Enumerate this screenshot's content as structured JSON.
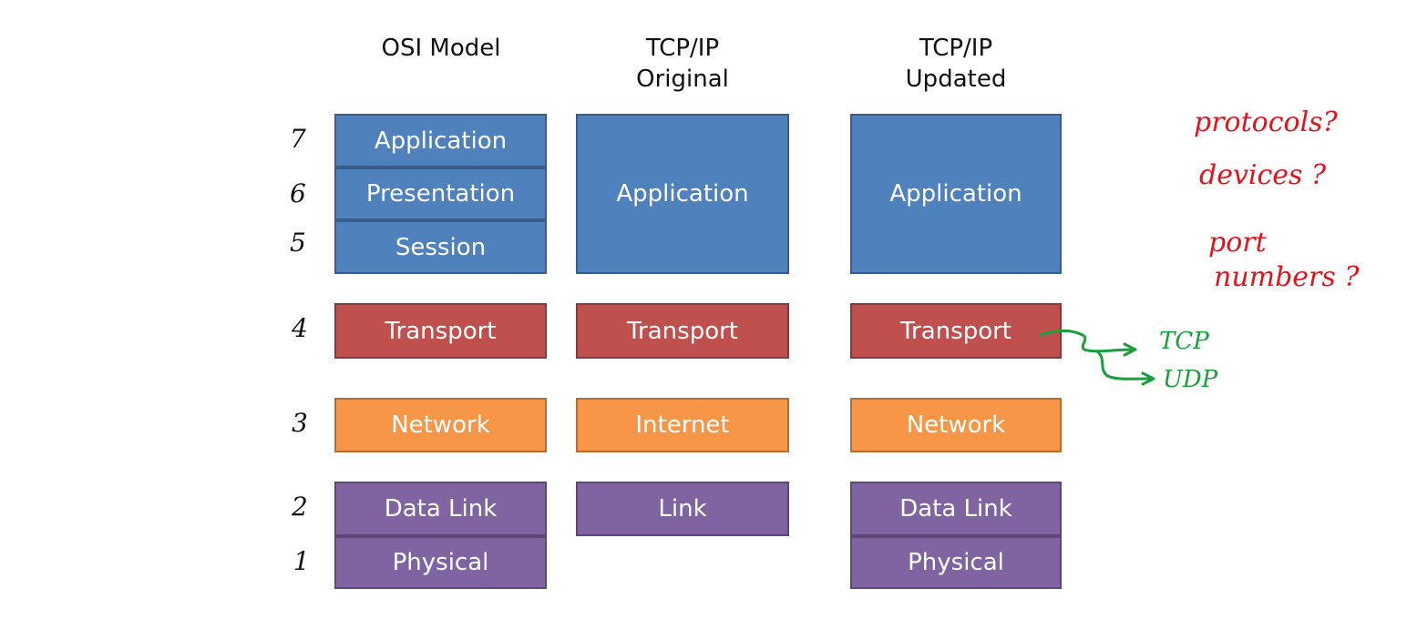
{
  "columns": {
    "osi": {
      "title": "OSI Model"
    },
    "orig": {
      "title_line1": "TCP/IP",
      "title_line2": "Original"
    },
    "upd": {
      "title_line1": "TCP/IP",
      "title_line2": "Updated"
    }
  },
  "osi_layers": [
    "Application",
    "Presentation",
    "Session",
    "Transport",
    "Network",
    "Data Link",
    "Physical"
  ],
  "orig_layers": [
    "Application",
    "Transport",
    "Internet",
    "Link"
  ],
  "upd_layers": [
    "Application",
    "Transport",
    "Network",
    "Data Link",
    "Physical"
  ],
  "layer_numbers": [
    "7",
    "6",
    "5",
    "4",
    "3",
    "2",
    "1"
  ],
  "annotations": {
    "questions": [
      "protocols?",
      "devices ?",
      "port",
      "numbers ?"
    ],
    "transport_protocols": [
      "TCP",
      "UDP"
    ]
  },
  "colors": {
    "application": "#4f81bd",
    "transport": "#c0504d",
    "network": "#f79646",
    "link": "#8064a2",
    "annotation_red": "#e8101a",
    "annotation_green": "#1aa03a"
  }
}
